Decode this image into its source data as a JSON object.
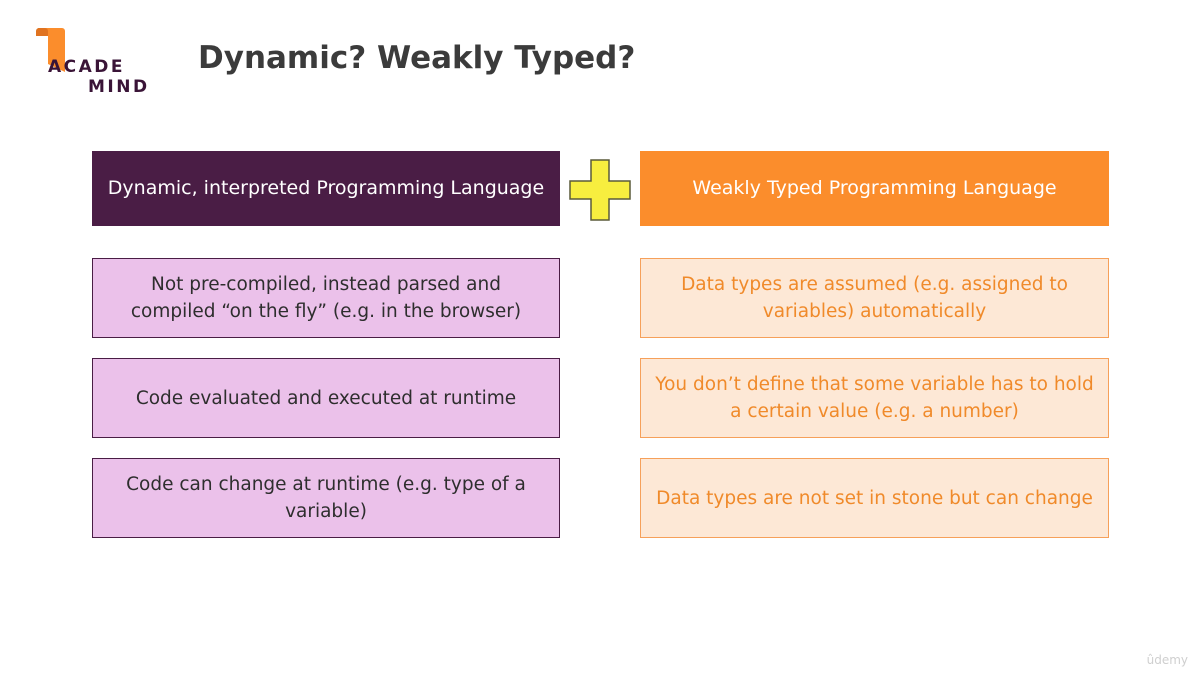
{
  "logo": {
    "line1": "ACADE",
    "line2": "MIND",
    "colors": {
      "flag": "#fb8d2c",
      "text": "#3a1437"
    }
  },
  "title": "Dynamic? Weakly Typed?",
  "left_column": {
    "header": "Dynamic, interpreted Programming Language",
    "items": [
      "Not pre-compiled, instead parsed and compiled “on the fly” (e.g. in the browser)",
      "Code evaluated and executed at runtime",
      "Code can change at runtime (e.g. type of a variable)"
    ],
    "colors": {
      "header_bg": "#4a1d45",
      "item_bg": "#ebc1ea",
      "item_border": "#4a1d45"
    }
  },
  "right_column": {
    "header": "Weakly Typed Programming Language",
    "items": [
      "Data types are assumed (e.g. assigned to variables) automatically",
      "You don’t define that some variable has to hold a certain value (e.g. a number)",
      "Data types are not set in stone but can change"
    ],
    "colors": {
      "header_bg": "#fb8d2c",
      "item_bg": "#fde8d6",
      "item_text": "#f08a2a"
    }
  },
  "plus_icon": {
    "name": "plus-icon",
    "color": "#f7ee3f",
    "stroke": "#4a4a2a"
  },
  "watermark": "ûdemy"
}
